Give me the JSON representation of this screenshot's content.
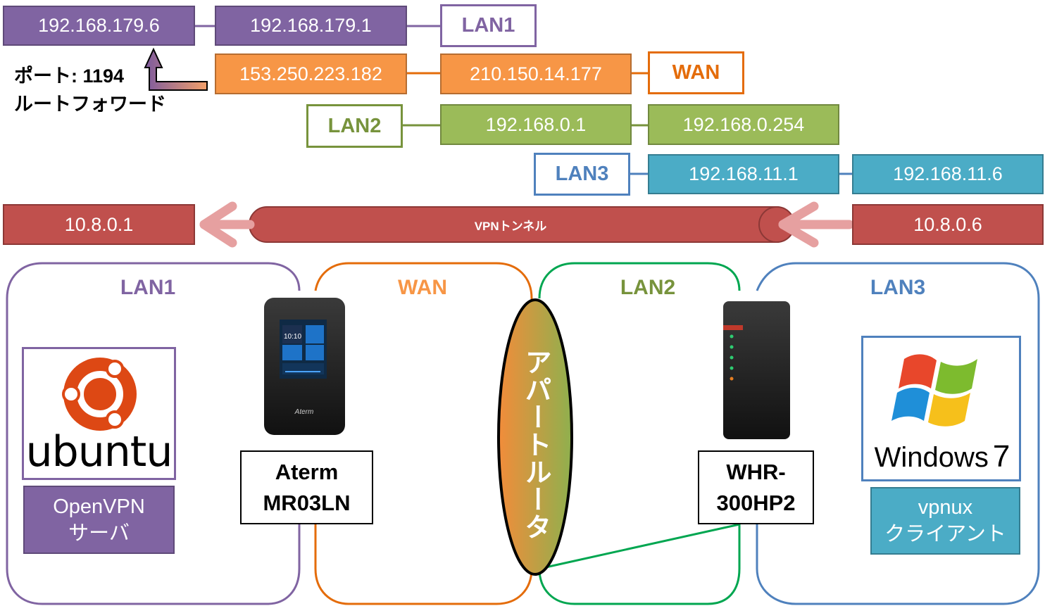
{
  "rows": {
    "lan1": {
      "client_ip": "192.168.179.6",
      "gateway_ip": "192.168.179.1",
      "label": "LAN1"
    },
    "wan": {
      "ip_a": "153.250.223.182",
      "ip_b": "210.150.14.177",
      "label": "WAN"
    },
    "lan2": {
      "label": "LAN2",
      "ip_a": "192.168.0.1",
      "ip_b": "192.168.0.254"
    },
    "lan3": {
      "label": "LAN3",
      "ip_a": "192.168.11.1",
      "ip_b": "192.168.11.6"
    },
    "vpn": {
      "left_ip": "10.8.0.1",
      "tunnel_label": "VPNトンネル",
      "right_ip": "10.8.0.6"
    }
  },
  "port_forward": {
    "line1": "ポート: 1194",
    "line2": "ルートフォワード"
  },
  "zones": {
    "lan1": "LAN1",
    "wan": "WAN",
    "lan2": "LAN2",
    "lan3": "LAN3"
  },
  "devices": {
    "ubuntu": {
      "logo_text": "ubuntu",
      "role_line1": "OpenVPN",
      "role_line2": "サーバ"
    },
    "aterm": {
      "line1": "Aterm",
      "line2": "MR03LN",
      "screen_time": "10:10",
      "brand": "Aterm"
    },
    "router": {
      "text": "アパートルータ"
    },
    "whr": {
      "line1": "WHR-",
      "line2": "300HP2"
    },
    "windows": {
      "logo_text": "Windows",
      "logo_version": "7",
      "role_line1": "vpnux",
      "role_line2": "クライアント"
    }
  },
  "colors": {
    "lan1": "#8064a2",
    "wan": "#f79646",
    "lan2": "#9bbb59",
    "lan3": "#4bacc6",
    "vpn": "#c0504d",
    "ubuntu_orange": "#dd4814"
  }
}
